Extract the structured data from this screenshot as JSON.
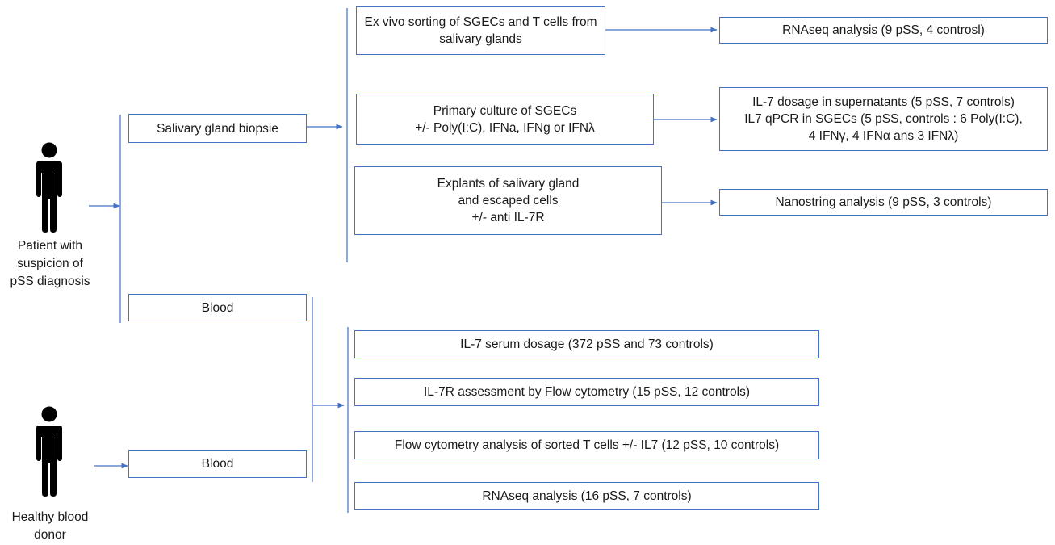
{
  "actors": {
    "patient": {
      "lines": [
        "Patient with",
        "suspicion of",
        "pSS diagnosis"
      ],
      "icon": "person-icon"
    },
    "donor": {
      "lines": [
        "Healthy blood",
        "donor"
      ],
      "icon": "person-icon"
    }
  },
  "sources": {
    "biopsy": "Salivary gland biopsie",
    "blood_patient": "Blood",
    "blood_donor": "Blood"
  },
  "biopsy_methods": {
    "sorting": [
      "Ex vivo sorting of SGECs and T cells from",
      "salivary glands"
    ],
    "culture": [
      "Primary culture of SGECs",
      "+/- Poly(I:C), IFNa, IFNg or IFNλ"
    ],
    "explants": [
      "Explants of salivary gland",
      "and escaped cells",
      "+/- anti IL-7R"
    ]
  },
  "biopsy_results": {
    "rnaseq": [
      "RNAseq analysis (9 pSS, 4 controsl)"
    ],
    "il7": [
      "IL-7 dosage in supernatants (5 pSS, 7 controls)",
      "IL7 qPCR in SGECs (5 pSS, controls : 6 Poly(I:C),",
      "4 IFNγ, 4 IFNα ans 3 IFNλ)"
    ],
    "nanostring": [
      "Nanostring analysis (9 pSS, 3 controls)"
    ]
  },
  "blood_analyses": {
    "serum": "IL-7 serum dosage (372 pSS and 73 controls)",
    "flow_il7r": "IL-7R assessment by Flow cytometry (15 pSS, 12 controls)",
    "flow_sorted": "Flow cytometry analysis of sorted T cells +/- IL7 (12 pSS, 10 controls)",
    "rnaseq": "RNAseq analysis (16 pSS, 7 controls)"
  },
  "colors": {
    "line": "#4472c4",
    "border": "#4472c4",
    "figure": "#000000"
  }
}
